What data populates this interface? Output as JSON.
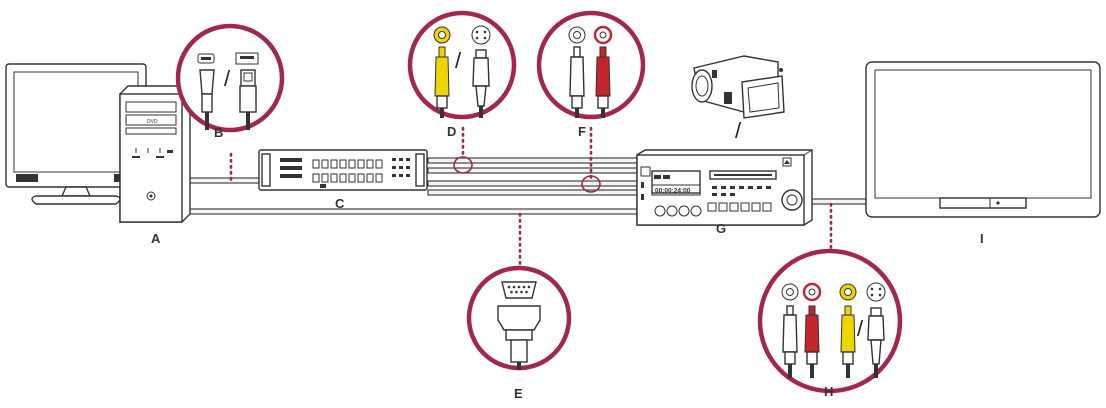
{
  "colors": {
    "callout_ring": "#a3264f",
    "device_stroke": "#333333",
    "cable_fill": "#f2f2f2",
    "rca_yellow": "#f0d400",
    "rca_red": "#c4262e",
    "rca_white": "#ffffff"
  },
  "labels": {
    "A": "A",
    "B": "B",
    "C": "C",
    "D": "D",
    "E": "E",
    "F": "F",
    "G": "G",
    "H": "H",
    "I": "I"
  },
  "deck_timecode": "00:00:24:00",
  "separator": "/",
  "devices": [
    {
      "key": "A",
      "name": "computer-workstation-with-monitor"
    },
    {
      "key": "C",
      "name": "breakout-box"
    },
    {
      "key": "G",
      "name": "video-deck"
    },
    {
      "key": "I",
      "name": "television-monitor"
    }
  ],
  "connectors": [
    {
      "key": "B",
      "icons": [
        "firewire-connector-icon",
        "usb-connector-icon"
      ]
    },
    {
      "key": "D",
      "icons": [
        "composite-video-rca-icon",
        "s-video-connector-icon"
      ]
    },
    {
      "key": "E",
      "icons": [
        "serial-db9-connector-icon"
      ]
    },
    {
      "key": "F",
      "icons": [
        "rca-audio-white-icon",
        "rca-audio-red-icon"
      ]
    },
    {
      "key": "H",
      "icons": [
        "rca-audio-white-icon",
        "rca-audio-red-icon",
        "composite-video-rca-icon",
        "s-video-connector-icon"
      ]
    }
  ]
}
